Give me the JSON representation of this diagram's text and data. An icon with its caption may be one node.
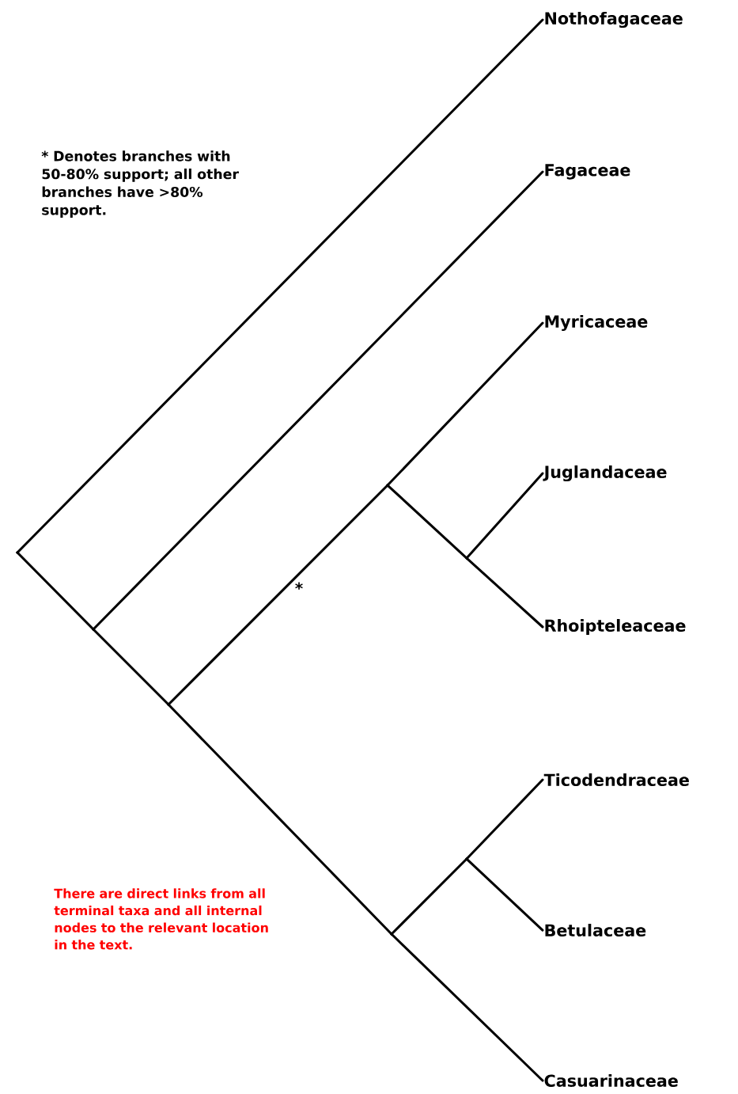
{
  "diagram": {
    "nodes": [
      {
        "text": [
          "Nothofagaceae"
        ]
      },
      {
        "text": [
          "Fagaceae"
        ]
      },
      {
        "text": [
          "Myricaceae"
        ]
      },
      {
        "text": [
          "Juglandaceae"
        ]
      },
      {
        "text": [
          "Rhoipteleaceae"
        ]
      },
      {
        "text": [
          "Ticodendraceae"
        ]
      },
      {
        "text": [
          "Betulaceae"
        ]
      },
      {
        "text": [
          "Casuarinaceae"
        ]
      },
      {
        "text": [],
        "shape": "point"
      },
      {
        "text": [],
        "shape": "point"
      },
      {
        "text": [],
        "shape": "point"
      },
      {
        "text": [],
        "shape": "point"
      },
      {
        "text": [],
        "shape": "point"
      },
      {
        "text": [],
        "shape": "point"
      },
      {
        "text": [],
        "shape": "point"
      }
    ],
    "edges": [
      {
        "from": 8,
        "to": 0,
        "arrow": "none"
      },
      {
        "from": 8,
        "to": 9,
        "arrow": "none"
      },
      {
        "from": 9,
        "to": 1,
        "arrow": "none"
      },
      {
        "from": 9,
        "to": 10,
        "arrow": "none"
      },
      {
        "from": 10,
        "to": 11,
        "arrow": "none",
        "label": "*"
      },
      {
        "from": 10,
        "to": 13,
        "arrow": "none"
      },
      {
        "from": 11,
        "to": 2,
        "arrow": "none"
      },
      {
        "from": 11,
        "to": 12,
        "arrow": "none"
      },
      {
        "from": 12,
        "to": 3,
        "arrow": "none"
      },
      {
        "from": 12,
        "to": 4,
        "arrow": "none"
      },
      {
        "from": 13,
        "to": 14,
        "arrow": "none"
      },
      {
        "from": 13,
        "to": 7,
        "arrow": "none"
      },
      {
        "from": 14,
        "to": 5,
        "arrow": "none"
      },
      {
        "from": 14,
        "to": 6,
        "arrow": "none"
      }
    ],
    "labels": [
      "* Denotes branches with 50-80% support; all other branches have >80% support.",
      "There are direct links from all terminal taxa and all internal nodes to the relevant location in the text."
    ]
  }
}
